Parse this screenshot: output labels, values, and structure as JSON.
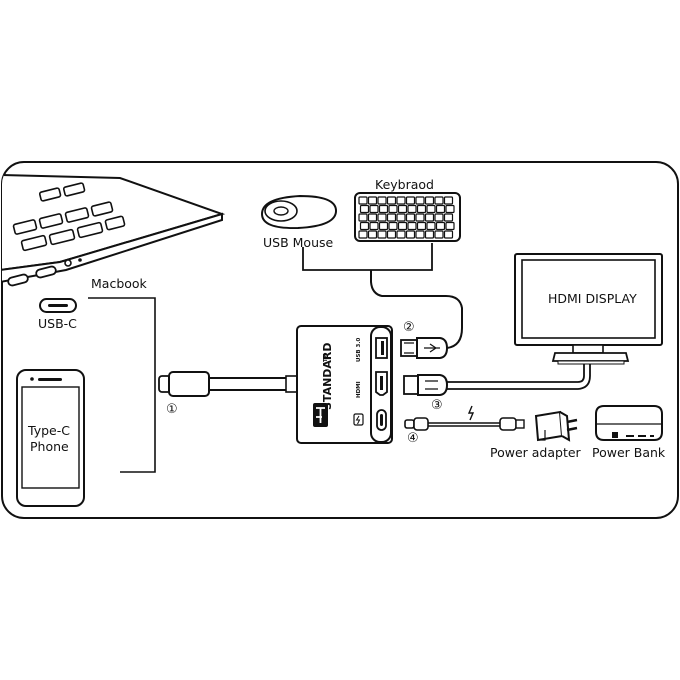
{
  "labels": {
    "macbook": "Macbook",
    "usb_c": "USB-C",
    "phone_line1": "Type-C",
    "phone_line2": "Phone",
    "usb_mouse": "USB Mouse",
    "keyboard": "Keybraod",
    "hdmi_display": "HDMI DISPLAY",
    "power_adapter": "Power adapter",
    "power_bank": "Power Bank"
  },
  "hub": {
    "brand": "STANDARD",
    "trademark": "TM",
    "port_usb": "USB 3.0",
    "port_hdmi": "HDMI"
  },
  "callouts": {
    "one": "①",
    "two": "②",
    "three": "③",
    "four": "④"
  },
  "icons": {
    "laptop": "laptop-icon",
    "phone": "phone-icon",
    "mouse": "mouse-icon",
    "keyboard": "keyboard-icon",
    "monitor": "monitor-icon",
    "adapter": "power-adapter-icon",
    "powerbank": "power-bank-icon",
    "hub": "usb-c-hub-icon"
  },
  "colors": {
    "ink": "#111111",
    "fill_light": "#d9d9d9",
    "screen": "#ffffff"
  }
}
